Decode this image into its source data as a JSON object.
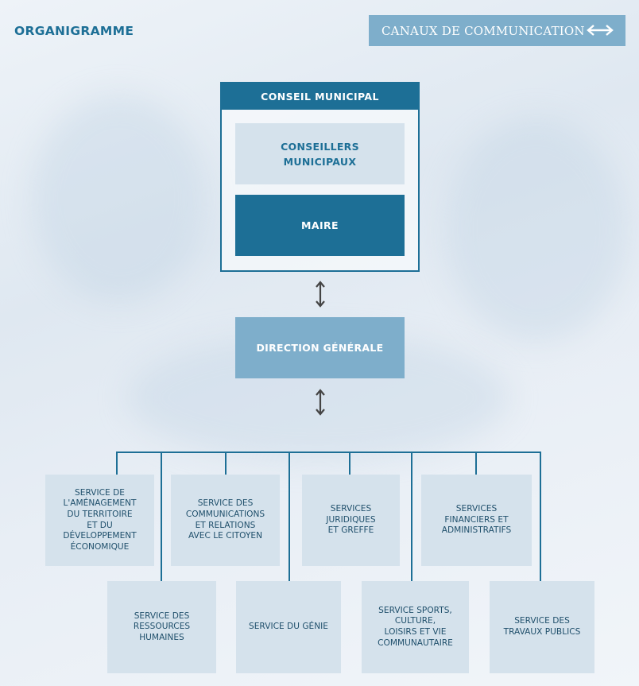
{
  "header": {
    "title": "ORGANIGRAMME",
    "channels_label": "CANAUX DE COMMUNICATION",
    "channels_icon": "double-arrow-icon"
  },
  "council": {
    "title": "CONSEIL MUNICIPAL",
    "councillors": "CONSEILLERS\nMUNICIPAUX",
    "mayor": "MAIRE"
  },
  "direction": {
    "label": "DIRECTION GÉNÉRALE"
  },
  "connectors": {
    "icon": "vertical-double-arrow-icon"
  },
  "services_top": [
    {
      "label": "SERVICE DE\nL'AMÉNAGEMENT\nDU TERRITOIRE\nET DU\nDÉVELOPPEMENT\nÉCONOMIQUE"
    },
    {
      "label": "SERVICE DES\nCOMMUNICATIONS\nET RELATIONS\nAVEC LE CITOYEN"
    },
    {
      "label": "SERVICES\nJURIDIQUES\nET GREFFE"
    },
    {
      "label": "SERVICES\nFINANCIERS ET\nADMINISTRATIFS"
    }
  ],
  "services_bottom": [
    {
      "label": "SERVICE DES\nRESSOURCES\nHUMAINES"
    },
    {
      "label": "SERVICE DU GÉNIE"
    },
    {
      "label": "SERVICE SPORTS,\nCULTURE,\nLOISIRS ET VIE\nCOMMUNAUTAIRE"
    },
    {
      "label": "SERVICE DES\nTRAVAUX PUBLICS"
    }
  ],
  "colors": {
    "primary": "#1d6f96",
    "secondary": "#7eaecb",
    "box_light": "#d5e2ec",
    "text_dark": "#1f4f6b"
  }
}
